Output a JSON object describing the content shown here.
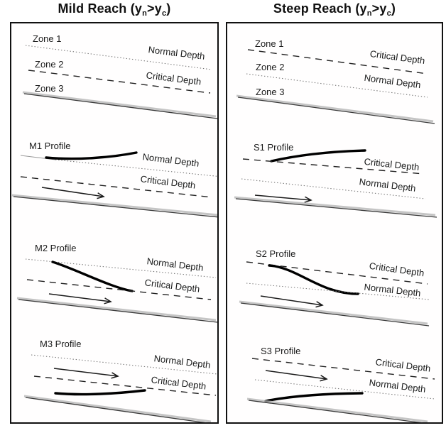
{
  "titles": {
    "left": {
      "pre": "Mild Reach (y",
      "sub1": "n",
      "mid": ">y",
      "sub2": "c",
      "post": ")"
    },
    "right": {
      "pre": "Steep Reach (y",
      "sub1": "n",
      "mid": ">y",
      "sub2": "c",
      "post": ")"
    }
  },
  "labels": {
    "normal_depth": "Normal Depth",
    "critical_depth": "Critical Depth"
  },
  "left": {
    "zones": {
      "z1": "Zone 1",
      "z2": "Zone 2",
      "z3": "Zone 3"
    },
    "m1": "M1 Profile",
    "m2": "M2 Profile",
    "m3": "M3 Profile"
  },
  "right": {
    "zones": {
      "z1": "Zone 1",
      "z2": "Zone 2",
      "z3": "Zone 3"
    },
    "s1": "S1 Profile",
    "s2": "S2 Profile",
    "s3": "S3 Profile"
  },
  "colors": {
    "background": "#ffffff",
    "border": "#111111",
    "curve": "#000000",
    "dashed_line": "#222222",
    "dotted_line": "#777777",
    "bottom_shadow": "#b2b2b2"
  }
}
